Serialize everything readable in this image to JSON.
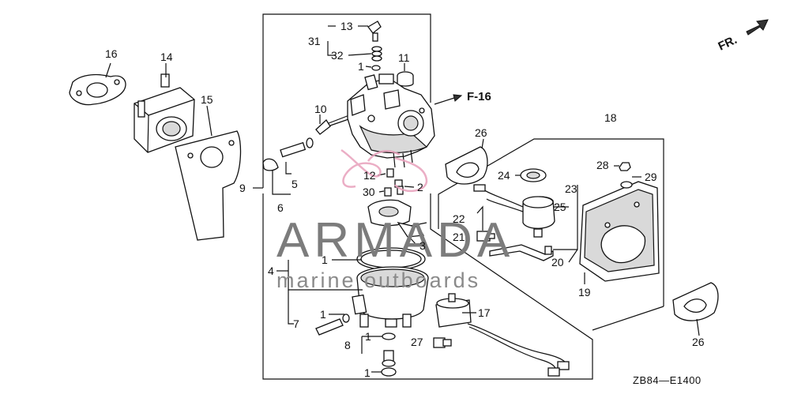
{
  "diagram": {
    "ref_code": "ZB84—E1400",
    "front_label": "FR.",
    "ref_figure": "F-16",
    "callouts": {
      "n1a": "1",
      "n1b": "1",
      "n1c": "1",
      "n1d": "1",
      "n1e": "1",
      "n2": "2",
      "n3": "3",
      "n4": "4",
      "n5": "5",
      "n6": "6",
      "n7": "7",
      "n8": "8",
      "n9": "9",
      "n10": "10",
      "n11": "11",
      "n12": "12",
      "n13": "13",
      "n14": "14",
      "n15": "15",
      "n16": "16",
      "n17": "17",
      "n18": "18",
      "n19": "19",
      "n20": "20",
      "n21": "21",
      "n22": "22",
      "n23": "23",
      "n24": "24",
      "n25": "25",
      "n26a": "26",
      "n26b": "26",
      "n27": "27",
      "n28": "28",
      "n29": "29",
      "n30": "30",
      "n31": "31",
      "n32": "32"
    }
  },
  "watermark": {
    "brand": "ARMADA",
    "tagline": "marine outboards",
    "accent_color": "#e8a0bb"
  }
}
